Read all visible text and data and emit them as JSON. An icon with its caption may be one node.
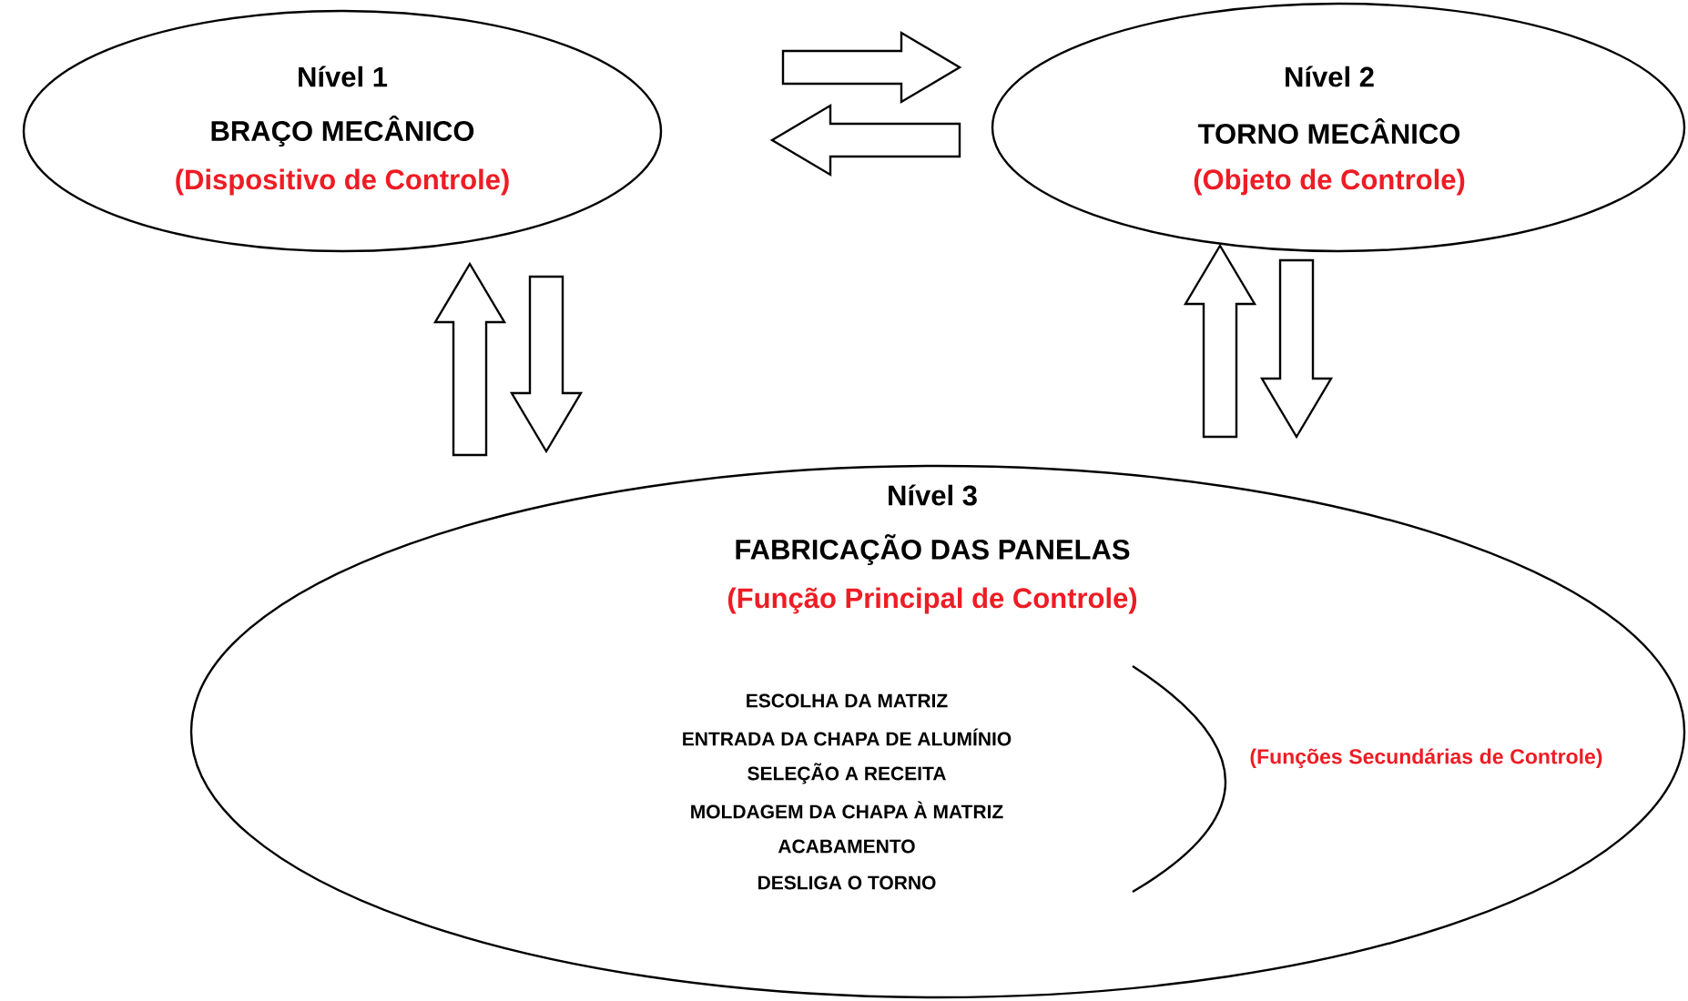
{
  "diagram": {
    "nodes": [
      {
        "text": [
          "Nível 1",
          "BRAÇO MECÂNICO",
          "(Dispositivo de Controle)"
        ]
      },
      {
        "text": [
          "Nível 2",
          "TORNO MECÂNICO",
          "(Objeto de Controle)"
        ]
      },
      {
        "text": [
          "Nível 3",
          "FABRICAÇÃO DAS PANELAS",
          "(Função Principal de Controle)",
          "ESCOLHA DA MATRIZ",
          "ENTRADA DA CHAPA DE ALUMÍNIO",
          "SELEÇÃO A RECEITA",
          "MOLDAGEM DA CHAPA À MATRIZ",
          "ACABAMENTO",
          "DESLIGA O TORNO",
          "(Funções Secundárias de Controle)"
        ]
      }
    ],
    "edges": [
      {
        "from": 0,
        "to": 1,
        "arrow": "to"
      },
      {
        "from": 1,
        "to": 0,
        "arrow": "to"
      },
      {
        "from": 2,
        "to": 0,
        "arrow": "to"
      },
      {
        "from": 0,
        "to": 2,
        "arrow": "to"
      },
      {
        "from": 2,
        "to": 1,
        "arrow": "to"
      },
      {
        "from": 1,
        "to": 2,
        "arrow": "to"
      }
    ]
  }
}
